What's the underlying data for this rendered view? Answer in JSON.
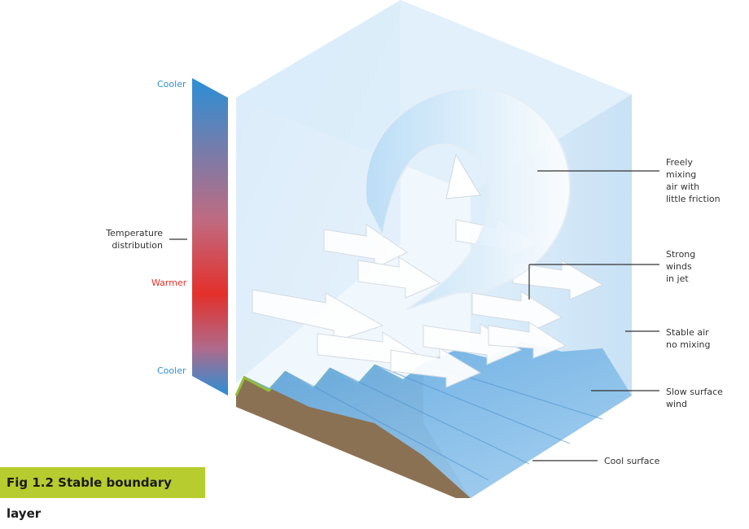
{
  "temperature_bar": {
    "top_label": "Cooler",
    "middle_label": "Warmer",
    "bottom_label": "Cooler",
    "axis_label": "Temperature\ndistribution",
    "colors": {
      "cool": "#2b8fd6",
      "warm": "#e3302b"
    }
  },
  "callouts": {
    "freely_mixing": "Freely\nmixing\nair with\nlittle friction",
    "strong_winds": "Strong\nwinds\nin jet",
    "stable_air": "Stable air\nno mixing",
    "slow_surface": "Slow surface\nwind",
    "cool_surface": "Cool surface"
  },
  "caption": "Fig 1.2 Stable boundary layer",
  "colors": {
    "caption_bg": "#b7cc2e",
    "cube_face": "#d7ebf9",
    "surface": "#7fb8e6",
    "ground": "#8b7153",
    "ground_edge": "#8fbf3a"
  }
}
